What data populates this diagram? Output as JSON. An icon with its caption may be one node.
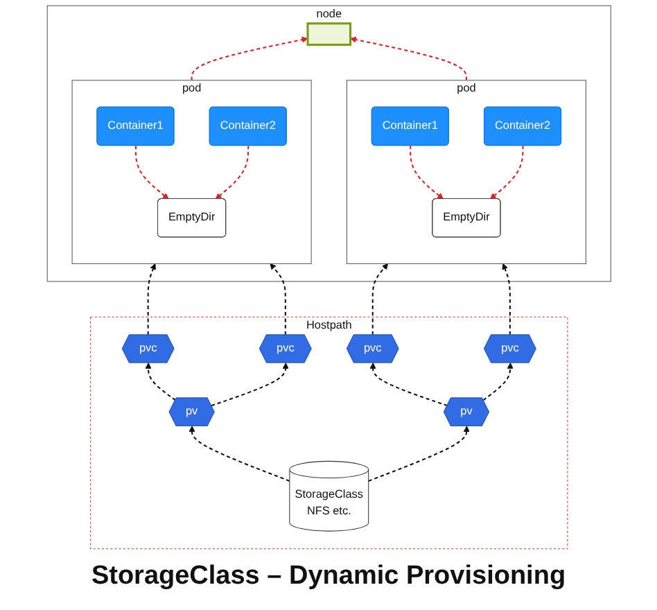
{
  "diagram": {
    "caption": "StorageClass – Dynamic Provisioning",
    "nodes": [
      {
        "text": [
          "node"
        ]
      },
      {
        "text": [
          "pod"
        ],
        "in": 0
      },
      {
        "text": [
          "Container1"
        ],
        "in": 1
      },
      {
        "text": [
          "EmptyDir"
        ],
        "in": 1
      },
      {
        "text": [
          "Container2"
        ],
        "in": 1
      },
      {
        "text": [
          "pod"
        ],
        "in": 0
      },
      {
        "text": [
          "Container1"
        ],
        "in": 5
      },
      {
        "text": [
          "EmptyDir"
        ],
        "in": 5
      },
      {
        "text": [
          "Container2"
        ],
        "in": 5
      },
      {
        "text": [],
        "shape": "box",
        "in": 0
      },
      {
        "text": [
          "Hostpath"
        ]
      },
      {
        "text": [
          "pvc"
        ],
        "in": 10
      },
      {
        "text": [
          "pvc"
        ],
        "in": 10
      },
      {
        "text": [
          "pvc"
        ],
        "in": 10
      },
      {
        "text": [
          "pvc"
        ],
        "in": 10
      },
      {
        "text": [
          "pv"
        ],
        "in": 10
      },
      {
        "text": [
          "StorageClass",
          "NFS etc."
        ],
        "in": 10
      },
      {
        "text": [
          "pv"
        ],
        "in": 10
      }
    ],
    "edges": [
      {
        "from": 2,
        "to": 3,
        "arrow": "to",
        "style": "dashed",
        "color": "#e02020"
      },
      {
        "from": 4,
        "to": 3,
        "arrow": "to",
        "style": "dashed",
        "color": "#e02020"
      },
      {
        "from": 6,
        "to": 7,
        "arrow": "to",
        "style": "dashed",
        "color": "#e02020"
      },
      {
        "from": 8,
        "to": 7,
        "arrow": "to",
        "style": "dashed",
        "color": "#e02020"
      },
      {
        "from": 1,
        "to": 9,
        "arrow": "to",
        "style": "dashed",
        "color": "#e02020"
      },
      {
        "from": 5,
        "to": 9,
        "arrow": "to",
        "style": "dashed",
        "color": "#e02020"
      },
      {
        "from": 11,
        "to": 1,
        "arrow": "to",
        "style": "dashed"
      },
      {
        "from": 12,
        "to": 1,
        "arrow": "to",
        "style": "dashed"
      },
      {
        "from": 13,
        "to": 5,
        "arrow": "to",
        "style": "dashed"
      },
      {
        "from": 14,
        "to": 5,
        "arrow": "to",
        "style": "dashed"
      },
      {
        "from": 15,
        "to": 11,
        "arrow": "to",
        "style": "dashed"
      },
      {
        "from": 15,
        "to": 12,
        "arrow": "to",
        "style": "dashed"
      },
      {
        "from": 17,
        "to": 13,
        "arrow": "to",
        "style": "dashed"
      },
      {
        "from": 17,
        "to": 14,
        "arrow": "to",
        "style": "dashed"
      },
      {
        "from": 16,
        "to": 15,
        "arrow": "to",
        "style": "dashed"
      },
      {
        "from": 16,
        "to": 17,
        "arrow": "to",
        "style": "dashed"
      }
    ]
  }
}
